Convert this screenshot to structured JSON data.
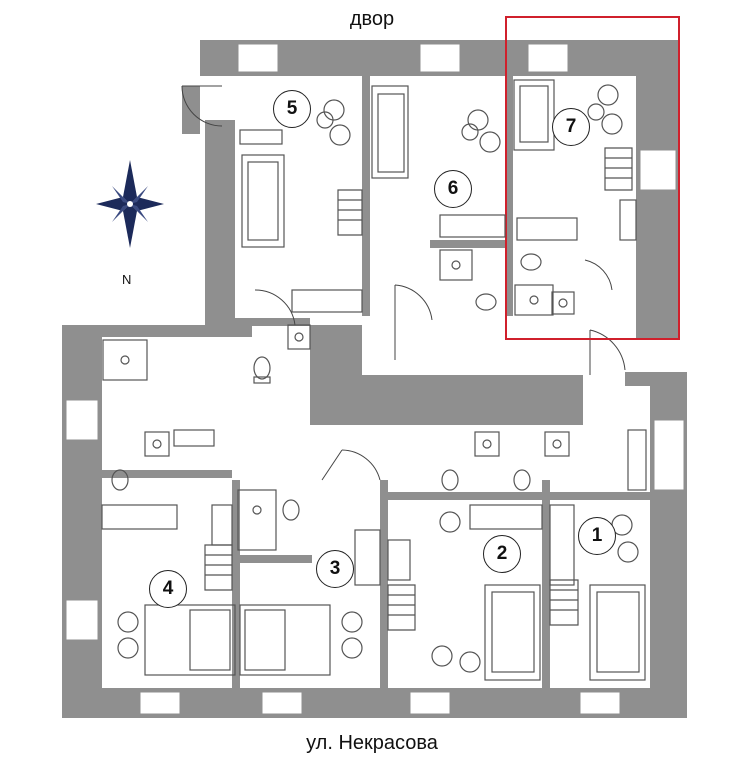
{
  "labels": {
    "courtyard": "двор",
    "street": "ул. Некрасова",
    "north": "N"
  },
  "units": [
    "1",
    "2",
    "3",
    "4",
    "5",
    "6",
    "7"
  ],
  "highlighted_unit": "7",
  "colors": {
    "wall": "#8f8f8f",
    "highlight": "#d0202c",
    "compass": "#1c2a5a",
    "furniture": "#555555"
  },
  "icons": [
    "compass-rose-icon",
    "sofa-icon",
    "bed-icon",
    "chair-icon",
    "toilet-icon",
    "sink-icon",
    "shower-icon",
    "stove-icon"
  ]
}
